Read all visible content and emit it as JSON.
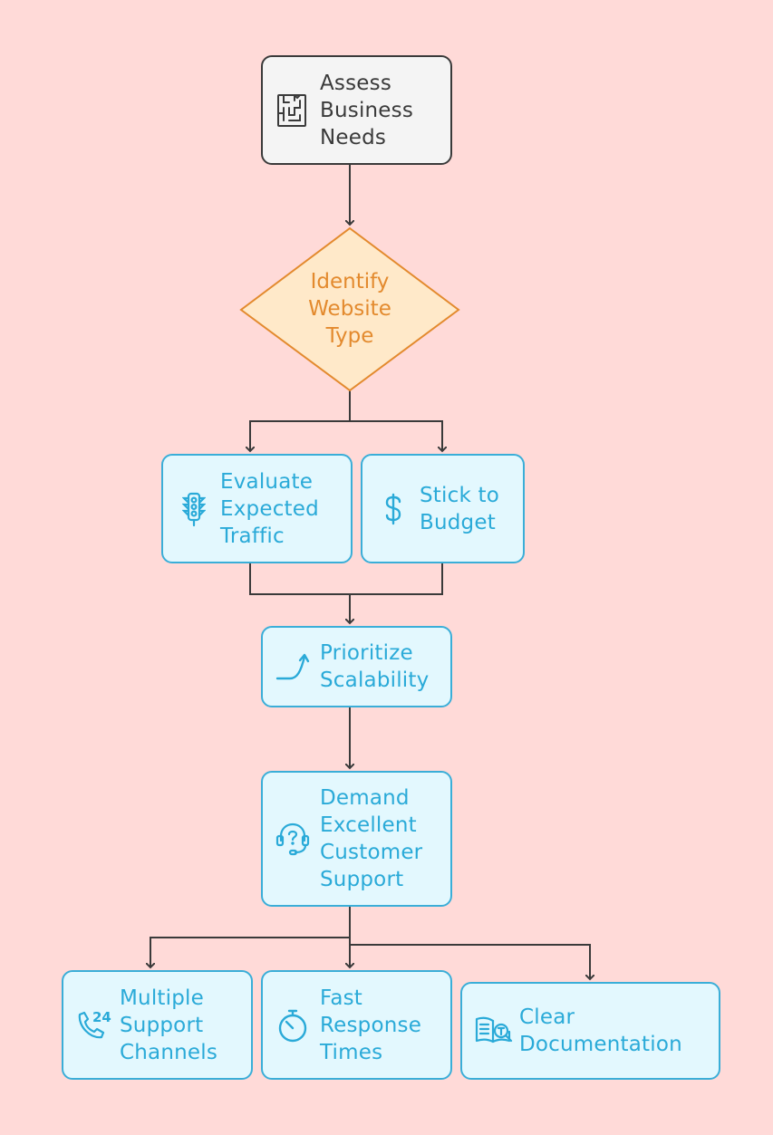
{
  "colors": {
    "background": "#FFDAD8",
    "node_fill": "#E3F8FE",
    "node_stroke": "#3AAED8",
    "node_text": "#2AAAD8",
    "start_fill": "#F4F4F4",
    "start_stroke": "#3A3A3A",
    "decision_stroke": "#E38A2E",
    "decision_text": "#E38A2E",
    "edge": "#3A3A3A"
  },
  "nodes": {
    "assess": {
      "label": "Assess\nBusiness\nNeeds",
      "icon": "maze-icon"
    },
    "identify": {
      "label": "Identify\nWebsite\nType"
    },
    "traffic": {
      "label": "Evaluate\nExpected\nTraffic",
      "icon": "traffic-light-icon"
    },
    "budget": {
      "label": "Stick to\nBudget",
      "icon": "dollar-icon"
    },
    "scalability": {
      "label": "Prioritize\nScalability",
      "icon": "curve-arrow-icon"
    },
    "support": {
      "label": "Demand\nExcellent\nCustomer\nSupport",
      "icon": "headset-question-icon"
    },
    "channels": {
      "label": "Multiple\nSupport\nChannels",
      "icon": "phone-24-icon"
    },
    "response": {
      "label": "Fast\nResponse\nTimes",
      "icon": "stopwatch-icon"
    },
    "docs": {
      "label": "Clear\nDocumentation",
      "icon": "book-search-icon"
    }
  }
}
